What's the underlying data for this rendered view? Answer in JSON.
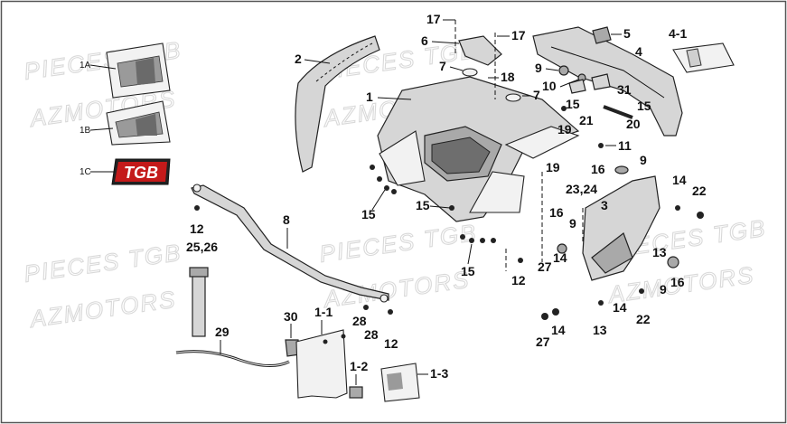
{
  "watermark": {
    "line1": "PIECES TGB",
    "line2": "AZMOTORS"
  },
  "decals": {
    "a_label": "1A",
    "b_label": "1B",
    "c_label": "1C",
    "c_logo": "TGB"
  },
  "callouts": {
    "c1": "1",
    "c1_1": "1-1",
    "c1_2": "1-2",
    "c1_3": "1-3",
    "c2": "2",
    "c3": "3",
    "c4": "4",
    "c4_1": "4-1",
    "c5": "5",
    "c6": "6",
    "c7a": "7",
    "c7b": "7",
    "c8": "8",
    "c9a": "9",
    "c9b": "9",
    "c9c": "9",
    "c9d": "9",
    "c10": "10",
    "c11": "11",
    "c12a": "12",
    "c12b": "12",
    "c12c": "12",
    "c13a": "13",
    "c13b": "13",
    "c14a": "14",
    "c14b": "14",
    "c14c": "14",
    "c14d": "14",
    "c15a": "15",
    "c15b": "15",
    "c15c": "15",
    "c15d": "15",
    "c15e": "15",
    "c16a": "16",
    "c16b": "16",
    "c16c": "16",
    "c17a": "17",
    "c17b": "17",
    "c18": "18",
    "c19a": "19",
    "c19b": "19",
    "c20": "20",
    "c21": "21",
    "c22a": "22",
    "c22b": "22",
    "c23_24": "23,24",
    "c25_26": "25,26",
    "c27a": "27",
    "c27b": "27",
    "c28a": "28",
    "c28b": "28",
    "c29": "29",
    "c30": "30",
    "c31": "31"
  },
  "colors": {
    "ink": "#111111",
    "logo_red": "#c41a1a",
    "watermark": "#d9d9d9",
    "frame": "#555555"
  }
}
